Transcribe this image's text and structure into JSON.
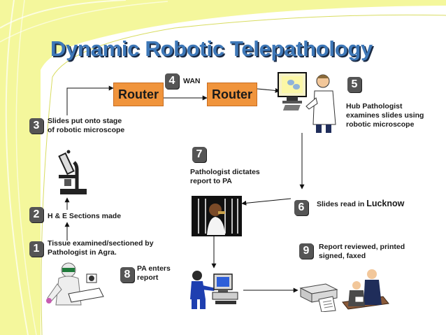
{
  "title": "Dynamic Robotic Telepathology",
  "routers": [
    "Router",
    "Router"
  ],
  "wan_label": "WAN",
  "steps": [
    {
      "num": "1",
      "text": [
        "Tissue examined/sectioned by",
        " Pathologist in Agra."
      ]
    },
    {
      "num": "2",
      "text": [
        "H & E Sections made"
      ]
    },
    {
      "num": "3",
      "text": [
        "Slides put onto stage",
        "of robotic microscope"
      ]
    },
    {
      "num": "4",
      "text": [
        "WAN"
      ]
    },
    {
      "num": "5",
      "text": [
        "Hub Pathologist",
        "examines slides using",
        "robotic microscope"
      ]
    },
    {
      "num": "6",
      "text": [
        "Slides read in ",
        "Lucknow"
      ]
    },
    {
      "num": "7",
      "text": [
        "Pathologist dictates",
        "report to PA"
      ]
    },
    {
      "num": "8",
      "text": [
        "PA enters",
        "report"
      ]
    },
    {
      "num": "9",
      "text": [
        "Report reviewed, printed",
        "signed, faxed"
      ]
    }
  ],
  "icons": [
    "microscope-icon",
    "lab-technician-icon",
    "pathologist-computer-icon",
    "dictating-pathologist-icon",
    "typist-computer-icon",
    "printer-fax-icon",
    "reviewers-icon"
  ],
  "colors": {
    "title": "#3e78b8",
    "router": "#f0943c",
    "badge": "#555555",
    "background_curve": "#f2f5a0"
  }
}
